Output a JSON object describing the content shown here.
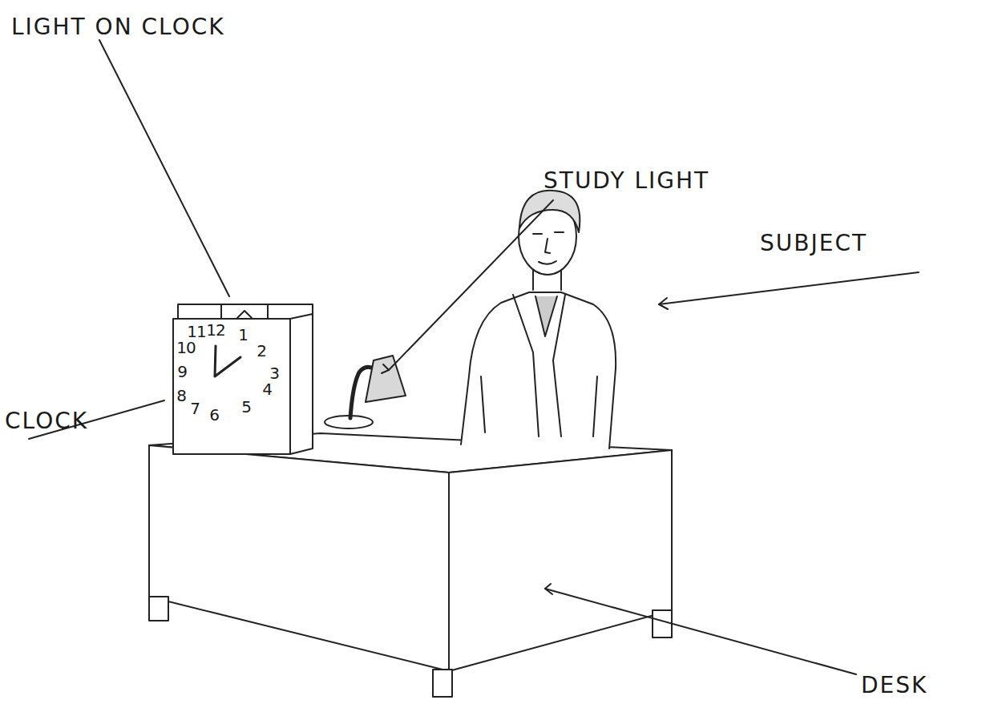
{
  "diagram": {
    "labels": [
      "LIGHT ON CLOCK",
      "STUDY LIGHT",
      "SUBJECT",
      "CLOCK",
      "DESK",
      "12",
      "1",
      "2",
      "3",
      "4",
      "5",
      "6",
      "7",
      "8",
      "9",
      "10",
      "11"
    ]
  }
}
